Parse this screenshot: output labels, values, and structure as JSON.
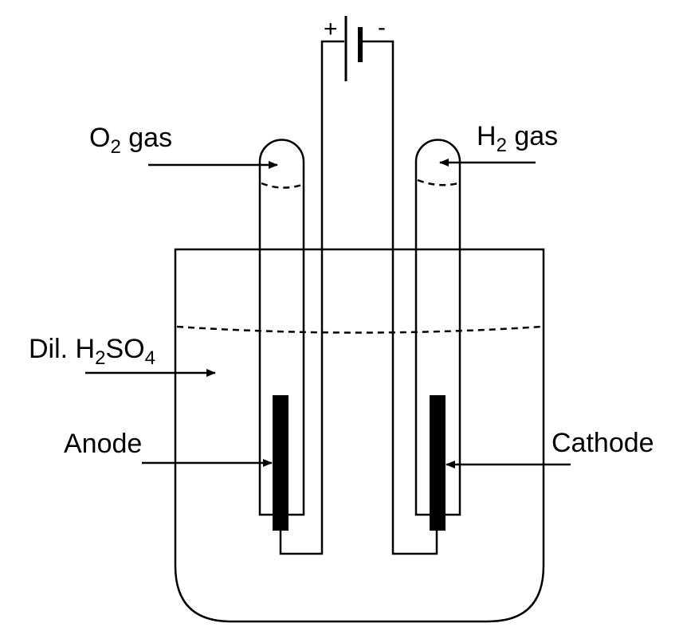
{
  "labels": {
    "battery_positive": "+",
    "battery_negative": "-",
    "oxygen": {
      "main": "O",
      "sub": "2",
      "rest": " gas"
    },
    "hydrogen": {
      "main": "H",
      "sub": "2",
      "rest": " gas"
    },
    "electrolyte": {
      "prefix": "Dil. H",
      "sub1": "2",
      "mid": "SO",
      "sub2": "4"
    },
    "anode": "Anode",
    "cathode": "Cathode"
  }
}
